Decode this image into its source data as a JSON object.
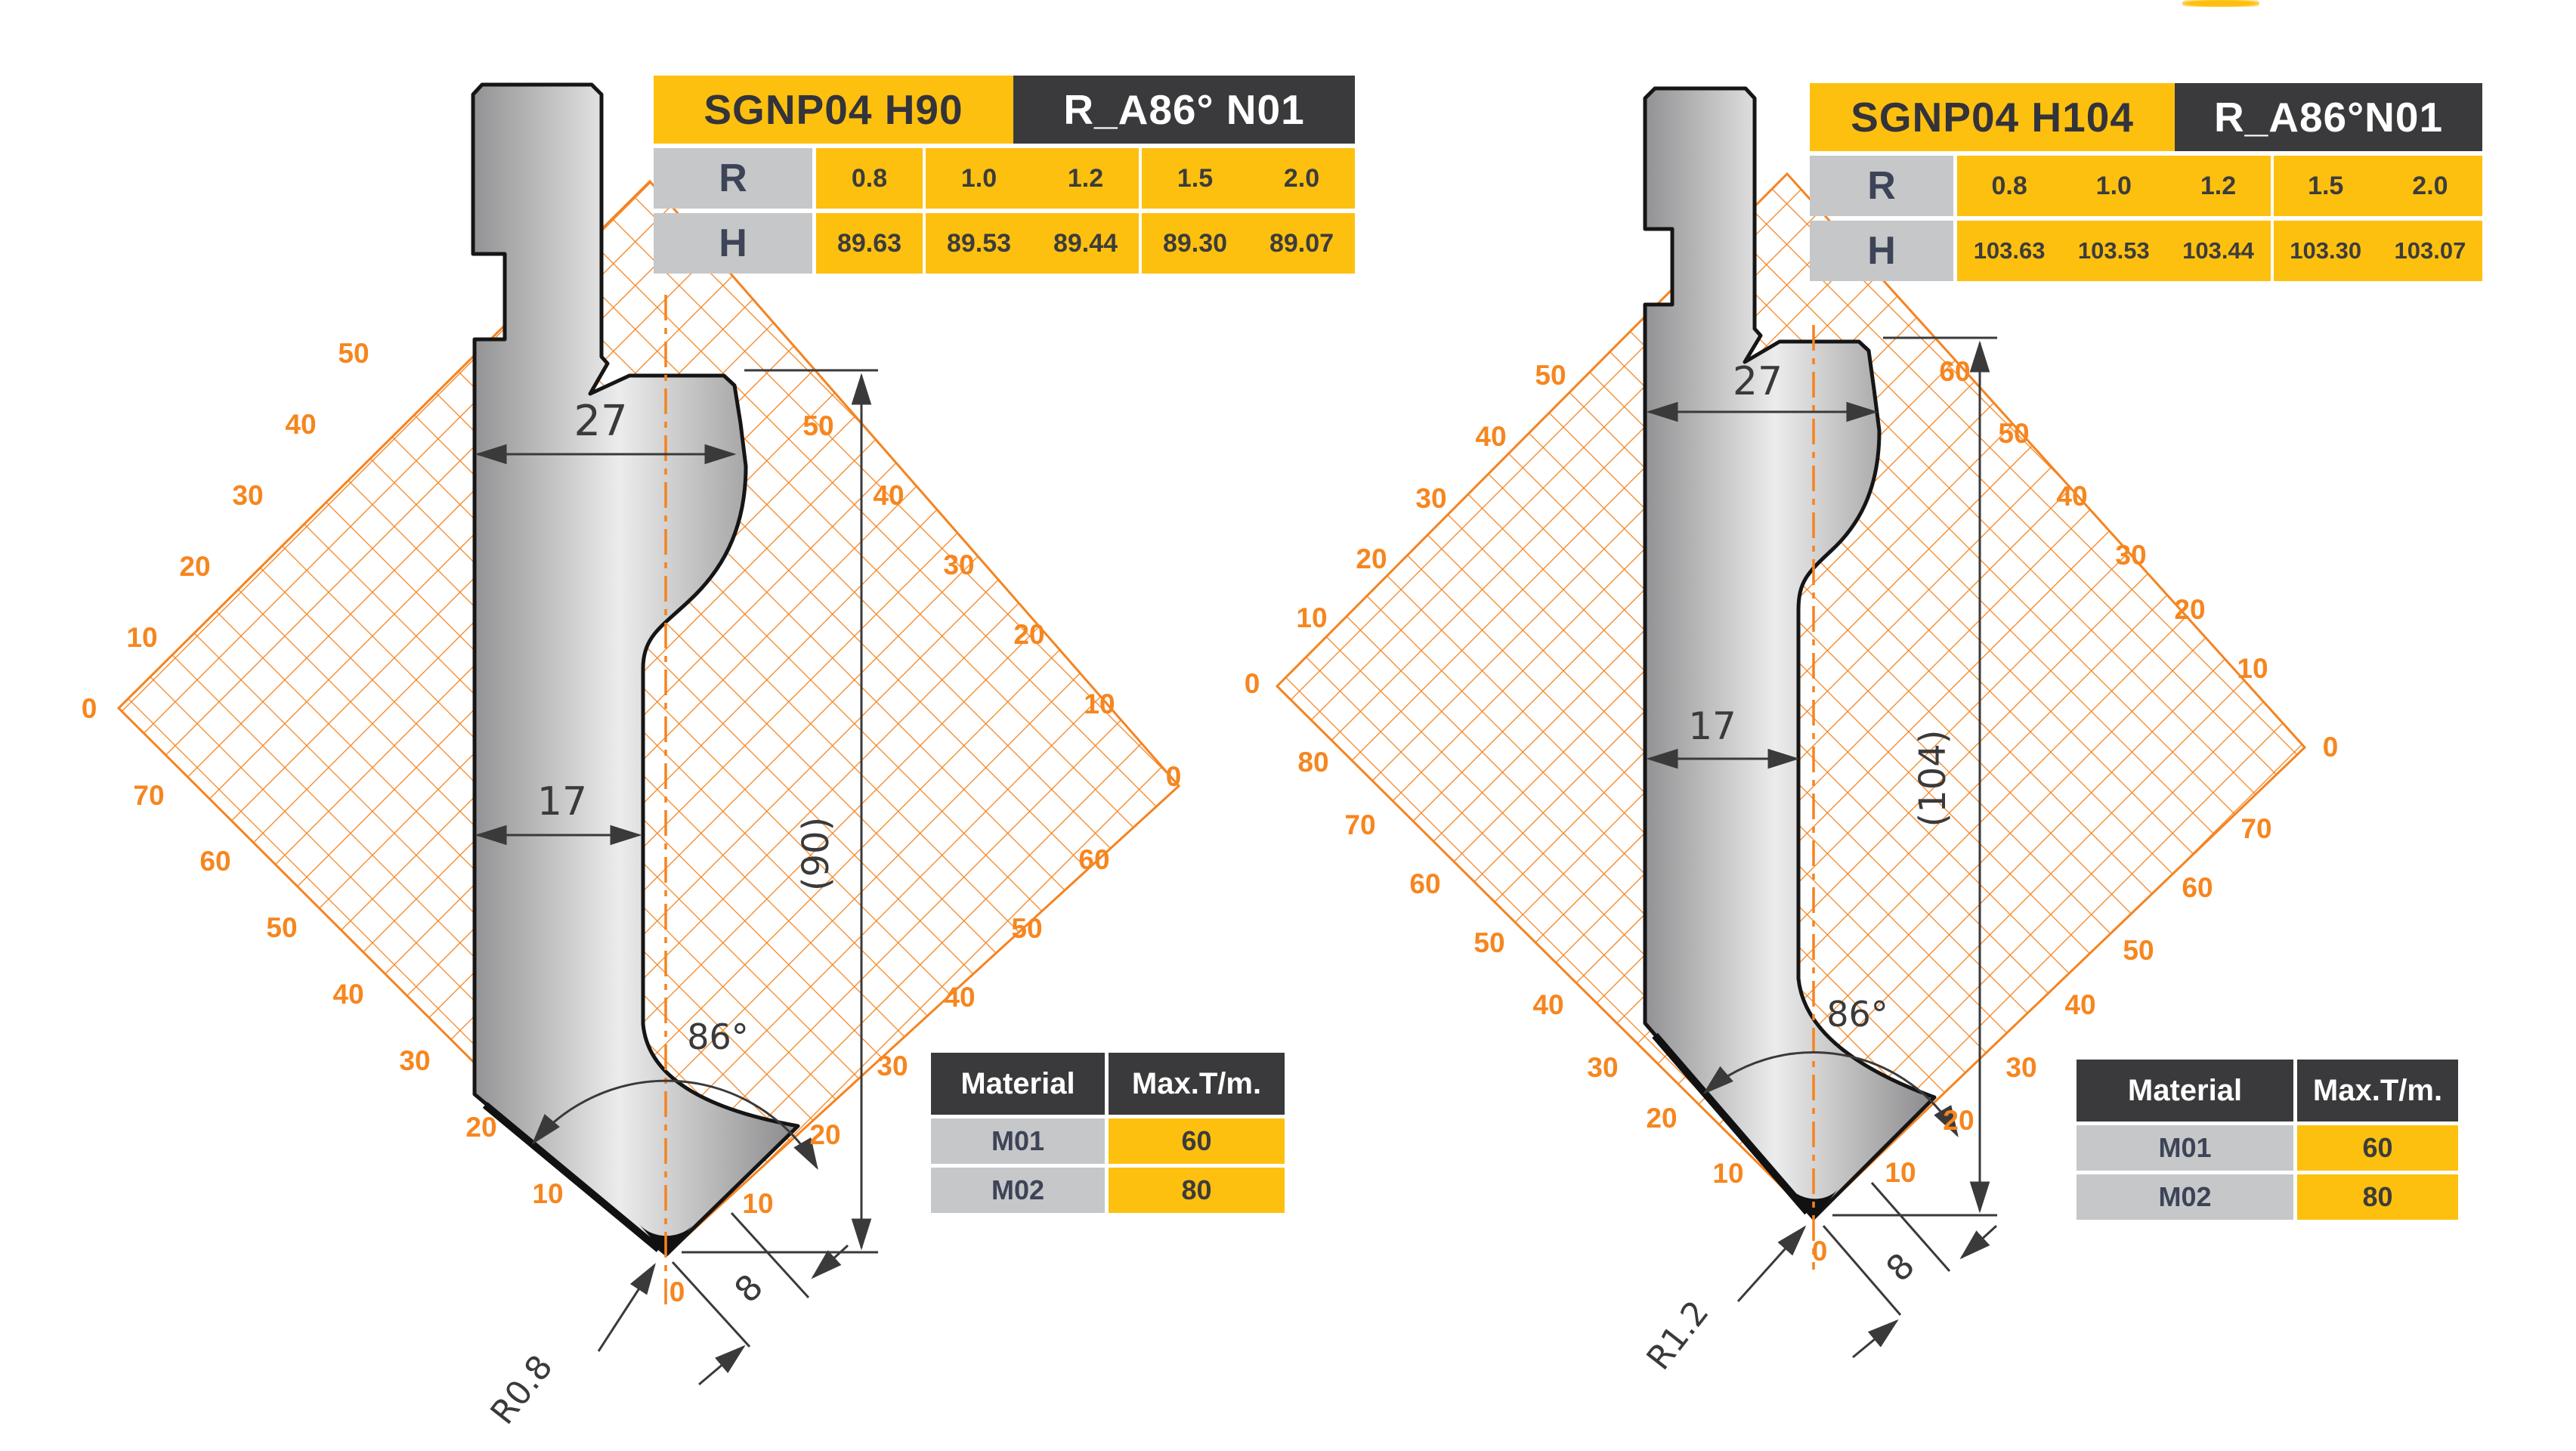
{
  "colors": {
    "accent_orange": "#F6861F",
    "accent_yellow": "#FEC00F",
    "header_dark": "#3A3A3C",
    "cell_gray": "#C6C7C9"
  },
  "left": {
    "table": {
      "model": "SGNP04 H90",
      "variant": "R_A86° N01",
      "r_label": "R",
      "h_label": "H",
      "r": [
        "0.8",
        "1.0",
        "1.2",
        "1.5",
        "2.0"
      ],
      "h": [
        "89.63",
        "89.53",
        "89.44",
        "89.30",
        "89.07"
      ]
    },
    "material": {
      "col_material": "Material",
      "col_max": "Max.T/m.",
      "rows": [
        {
          "name": "M01",
          "value": "60"
        },
        {
          "name": "M02",
          "value": "80"
        }
      ]
    },
    "dims": {
      "top_width": "27",
      "shank_width": "17",
      "height": "(90)",
      "angle": "86°",
      "tip_radius": "R0.8",
      "tip_offset": "8",
      "tip_zero": "0"
    },
    "ruler": {
      "top_left": [
        "0",
        "10",
        "20",
        "30",
        "40",
        "50"
      ],
      "bottom_left": [
        "70",
        "60",
        "50",
        "40",
        "30",
        "20",
        "10"
      ],
      "top_right": [
        "50",
        "40",
        "30",
        "20",
        "10",
        "0"
      ],
      "bottom_right": [
        "60",
        "50",
        "40",
        "30",
        "20",
        "10"
      ]
    }
  },
  "right": {
    "table": {
      "model": "SGNP04 H104",
      "variant": "R_A86°N01",
      "r_label": "R",
      "h_label": "H",
      "r": [
        "0.8",
        "1.0",
        "1.2",
        "1.5",
        "2.0"
      ],
      "h": [
        "103.63",
        "103.53",
        "103.44",
        "103.30",
        "103.07"
      ]
    },
    "material": {
      "col_material": "Material",
      "col_max": "Max.T/m.",
      "rows": [
        {
          "name": "M01",
          "value": "60"
        },
        {
          "name": "M02",
          "value": "80"
        }
      ]
    },
    "dims": {
      "top_width": "27",
      "shank_width": "17",
      "height": "(104)",
      "angle": "86°",
      "tip_radius": "R1.2",
      "tip_offset": "8",
      "tip_zero": "0"
    },
    "ruler": {
      "top_left": [
        "0",
        "10",
        "20",
        "30",
        "40",
        "50"
      ],
      "bottom_left": [
        "80",
        "70",
        "60",
        "50",
        "40",
        "30",
        "20",
        "10"
      ],
      "top_right": [
        "60",
        "50",
        "40",
        "30",
        "20",
        "10",
        "0"
      ],
      "bottom_right": [
        "70",
        "60",
        "50",
        "40",
        "30",
        "20",
        "10"
      ]
    }
  }
}
